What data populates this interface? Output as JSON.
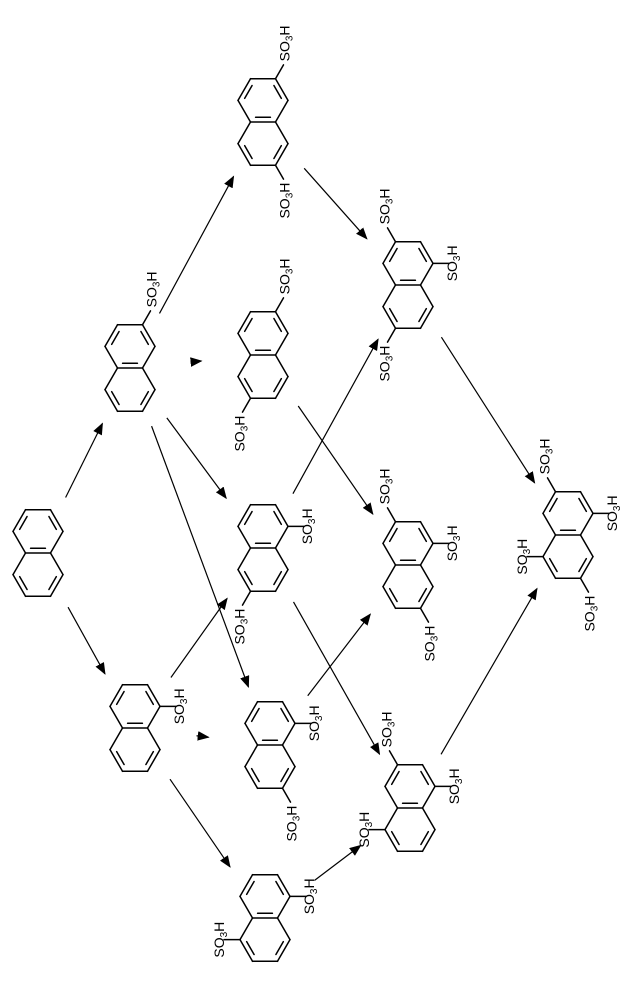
{
  "substituent": {
    "base": "SO",
    "sub": "3",
    "tail": "H"
  },
  "colors": {
    "ink": "#000000",
    "background": "#ffffff"
  },
  "molecules": [
    {
      "id": "naphthalene",
      "positions": []
    },
    {
      "id": "naphthalene-2-sulfonic-acid",
      "positions": [
        2
      ]
    },
    {
      "id": "naphthalene-1-sulfonic-acid",
      "positions": [
        1
      ]
    },
    {
      "id": "naphthalene-2-7-disulfonic-acid",
      "positions": [
        2,
        7
      ]
    },
    {
      "id": "naphthalene-2-6-disulfonic-acid",
      "positions": [
        2,
        6
      ]
    },
    {
      "id": "naphthalene-1-6-disulfonic-acid",
      "positions": [
        1,
        6
      ]
    },
    {
      "id": "naphthalene-1-7-disulfonic-acid",
      "positions": [
        1,
        7
      ]
    },
    {
      "id": "naphthalene-1-5-disulfonic-acid",
      "positions": [
        1,
        5
      ]
    },
    {
      "id": "naphthalene-1-3-6-trisulfonic-acid",
      "positions": [
        1,
        3,
        6
      ]
    },
    {
      "id": "naphthalene-1-3-7-trisulfonic-acid",
      "positions": [
        1,
        3,
        7
      ]
    },
    {
      "id": "naphthalene-1-3-5-trisulfonic-acid",
      "positions": [
        1,
        3,
        5
      ]
    },
    {
      "id": "naphthalene-1-3-5-7-tetrasulfonic-acid",
      "positions": [
        1,
        3,
        5,
        7
      ]
    }
  ],
  "arrows": [
    {
      "from": "naphthalene",
      "to": "naphthalene-2-sulfonic-acid"
    },
    {
      "from": "naphthalene",
      "to": "naphthalene-1-sulfonic-acid"
    },
    {
      "from": "naphthalene-2-sulfonic-acid",
      "to": "naphthalene-2-7-disulfonic-acid"
    },
    {
      "from": "naphthalene-2-sulfonic-acid",
      "to": "naphthalene-2-6-disulfonic-acid"
    },
    {
      "from": "naphthalene-2-sulfonic-acid",
      "to": "naphthalene-1-6-disulfonic-acid"
    },
    {
      "from": "naphthalene-2-sulfonic-acid",
      "to": "naphthalene-1-7-disulfonic-acid"
    },
    {
      "from": "naphthalene-1-sulfonic-acid",
      "to": "naphthalene-1-6-disulfonic-acid"
    },
    {
      "from": "naphthalene-1-sulfonic-acid",
      "to": "naphthalene-1-7-disulfonic-acid"
    },
    {
      "from": "naphthalene-1-sulfonic-acid",
      "to": "naphthalene-1-5-disulfonic-acid"
    },
    {
      "from": "naphthalene-2-7-disulfonic-acid",
      "to": "naphthalene-1-3-6-trisulfonic-acid"
    },
    {
      "from": "naphthalene-2-6-disulfonic-acid",
      "to": "naphthalene-1-3-7-trisulfonic-acid"
    },
    {
      "from": "naphthalene-1-6-disulfonic-acid",
      "to": "naphthalene-1-3-6-trisulfonic-acid"
    },
    {
      "from": "naphthalene-1-6-disulfonic-acid",
      "to": "naphthalene-1-3-5-trisulfonic-acid"
    },
    {
      "from": "naphthalene-1-7-disulfonic-acid",
      "to": "naphthalene-1-3-7-trisulfonic-acid"
    },
    {
      "from": "naphthalene-1-5-disulfonic-acid",
      "to": "naphthalene-1-3-5-trisulfonic-acid"
    },
    {
      "from": "naphthalene-1-3-6-trisulfonic-acid",
      "to": "naphthalene-1-3-5-7-tetrasulfonic-acid"
    },
    {
      "from": "naphthalene-1-3-5-trisulfonic-acid",
      "to": "naphthalene-1-3-5-7-tetrasulfonic-acid"
    }
  ]
}
